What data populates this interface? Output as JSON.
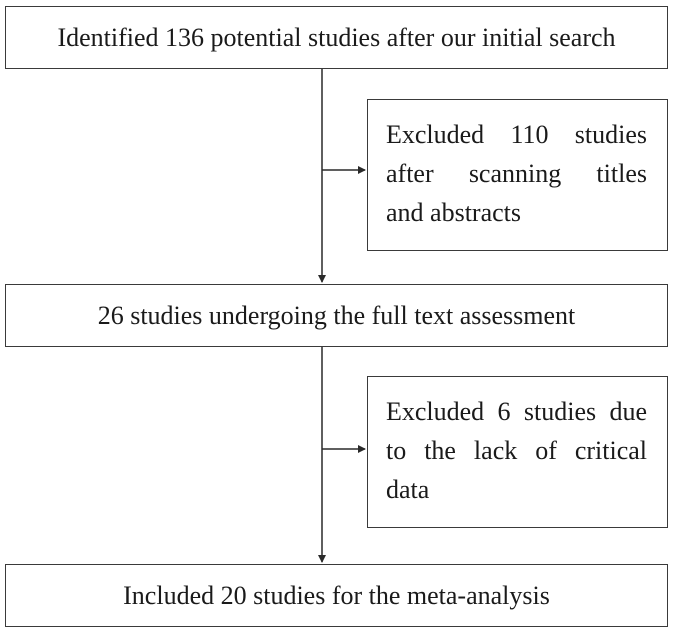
{
  "flow": {
    "step1": {
      "text": "Identified 136  potential studies after our initial search"
    },
    "exclusion1": {
      "lines": [
        "Excluded  110  studies",
        "after    scanning    titles",
        "and abstracts"
      ]
    },
    "step2": {
      "text": "26  studies undergoing the full text assessment"
    },
    "exclusion2": {
      "lines": [
        "Excluded 6 studies due",
        "to  the  lack  of  critical",
        "data"
      ]
    },
    "step3": {
      "text": "Included 20 studies for the meta-analysis"
    }
  }
}
